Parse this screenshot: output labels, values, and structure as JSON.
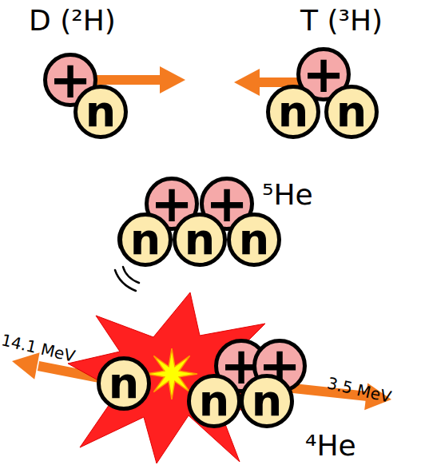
{
  "diagram": {
    "nodes": [
      {
        "text": [
          "+"
        ]
      },
      {
        "text": [
          "n"
        ]
      },
      {
        "text": [
          "+"
        ]
      },
      {
        "text": [
          "n"
        ]
      },
      {
        "text": [
          "n"
        ]
      },
      {
        "text": [
          "+"
        ]
      },
      {
        "text": [
          "+"
        ]
      },
      {
        "text": [
          "n"
        ]
      },
      {
        "text": [
          "n"
        ]
      },
      {
        "text": [
          "n"
        ]
      },
      {
        "text": [
          "n"
        ]
      },
      {
        "text": [
          "+"
        ]
      },
      {
        "text": [
          "+"
        ]
      },
      {
        "text": [
          "n"
        ]
      },
      {
        "text": [
          "n"
        ]
      }
    ],
    "labels": [
      "D (²H)",
      "T (³H)",
      "⁵He",
      "14.1 MeV",
      "3.5 MeV",
      "⁴He"
    ]
  }
}
